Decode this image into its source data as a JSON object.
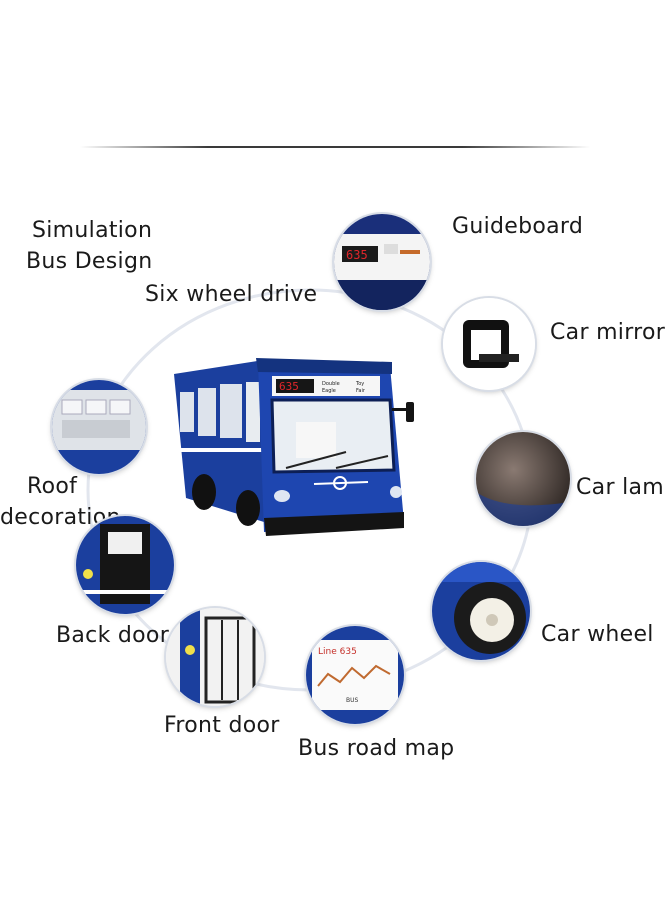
{
  "labels": {
    "simulation": "Simulation",
    "bus_design": "Bus Design",
    "six_wheel": "Six wheel drive",
    "guideboard": "Guideboard",
    "car_mirror": "Car mirror",
    "roof": "Roof",
    "decoration": "decoration",
    "car_lamp": "Car lamp",
    "back_door": "Back door",
    "car_wheel": "Car wheel",
    "front_door": "Front door",
    "bus_road_map": "Bus road map"
  },
  "bus": {
    "number": "635",
    "sign_line1": "Double",
    "sign_line2": "Eagle",
    "sign_line3": "Toy",
    "sign_line4": "Fair"
  },
  "road_map": {
    "title": "Line 635",
    "footer": "BUS"
  },
  "colors": {
    "bus_blue": "#1b3f9e",
    "bus_dark": "#0d1f55",
    "led_red": "#e0262a",
    "ring": "#e2e6ee"
  }
}
